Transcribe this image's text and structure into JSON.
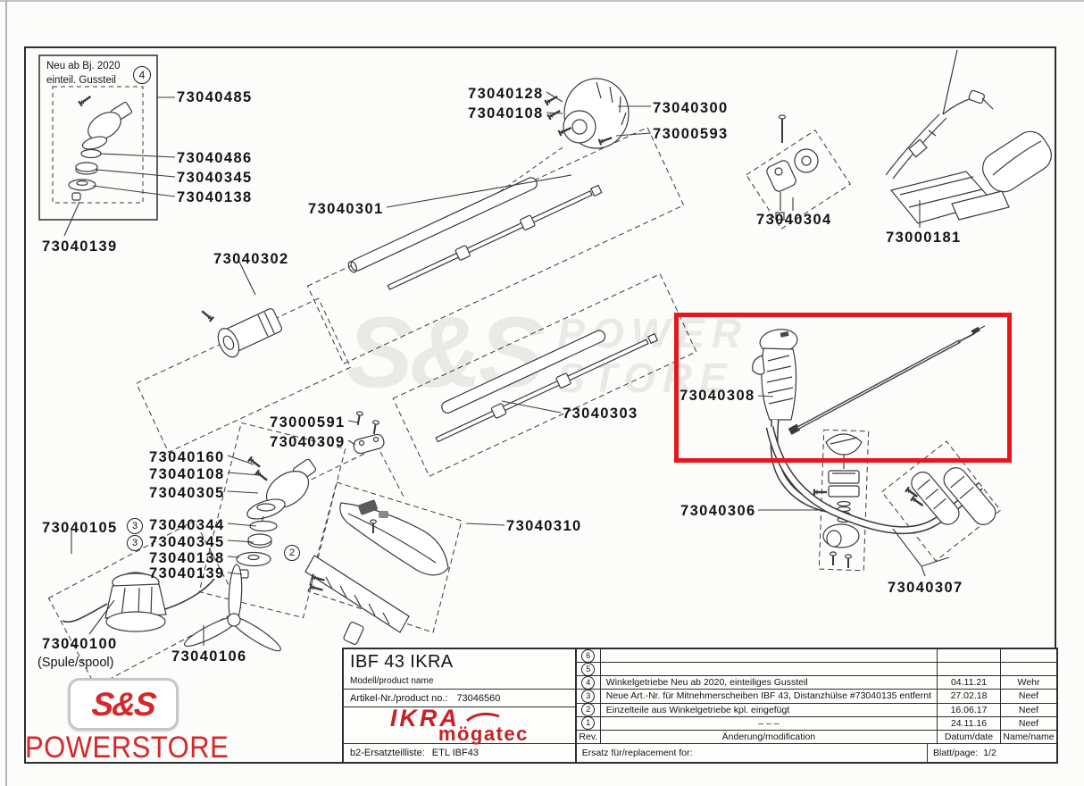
{
  "colors": {
    "highlight_red": "#e8151b",
    "logo_red": "#d5282a",
    "brand_red": "#c62128",
    "line_dark": "#3a3a3a"
  },
  "inset": {
    "line1": "Neu ab Bj. 2020",
    "line2": "einteil. Gussteil",
    "badge": "4"
  },
  "badges": {
    "two": "2",
    "three": "3"
  },
  "parts": {
    "p73040485": "73040485",
    "p73040486": "73040486",
    "p73040345": "73040345",
    "p73040138": "73040138",
    "p73040139": "73040139",
    "p73040301": "73040301",
    "p73040302": "73040302",
    "p73040128": "73040128",
    "p73040108": "73040108",
    "p73040300": "73040300",
    "p73000593": "73000593",
    "p73040304": "73040304",
    "p73000181": "73000181",
    "p73000591": "73000591",
    "p73040309": "73040309",
    "p73040160": "73040160",
    "p73040305": "73040305",
    "p73040344": "73040344",
    "p73040105": "73040105",
    "p73040303": "73040303",
    "p73040308": "73040308",
    "p73040310": "73040310",
    "p73040306": "73040306",
    "p73040307": "73040307",
    "p73040100": "73040100",
    "p73040106": "73040106"
  },
  "captions": {
    "spool": "(Spule/spool)"
  },
  "watermark": {
    "sxs": "S&S",
    "power": "POWER",
    "store": "STORE"
  },
  "footer_logo": {
    "sxs": "S&S",
    "powerstore": "POWERSTORE"
  },
  "brand": {
    "ikra": "IKRA",
    "mogatec": "mögatec"
  },
  "title_block": {
    "product_name": "IBF 43 IKRA",
    "product_name_label": "Modell/product name",
    "article_label": "Artikel-Nr./product no.:",
    "article_no": "73046560",
    "etl_label": "b2-Ersatzteilliste:",
    "etl_value": "ETL IBF43",
    "rev_header": "Rev.",
    "mod_header": "Änderung/modification",
    "date_header": "Datum/date",
    "name_header": "Name/name",
    "replacement_label": "Ersatz für/replacement for:",
    "page_label": "Blatt/page:",
    "page_value": "1/2",
    "revisions": [
      {
        "rev": "6",
        "desc": "",
        "date": "",
        "name": ""
      },
      {
        "rev": "5",
        "desc": "",
        "date": "",
        "name": ""
      },
      {
        "rev": "4",
        "desc": "Winkelgetriebe Neu ab 2020, einteiliges Gussteil",
        "date": "04.11.21",
        "name": "Wehr"
      },
      {
        "rev": "3",
        "desc": "Neue Art.-Nr. für Mitnehmerscheiben IBF 43, Distanzhülse #73040135 entfernt",
        "date": "27.02.18",
        "name": "Neef"
      },
      {
        "rev": "2",
        "desc": "Einzelteile aus Winkelgetriebe kpl. eingefügt",
        "date": "16.06.17",
        "name": "Neef"
      },
      {
        "rev": "1",
        "desc": "– – –",
        "date": "24.11.16",
        "name": "Neef"
      }
    ]
  }
}
